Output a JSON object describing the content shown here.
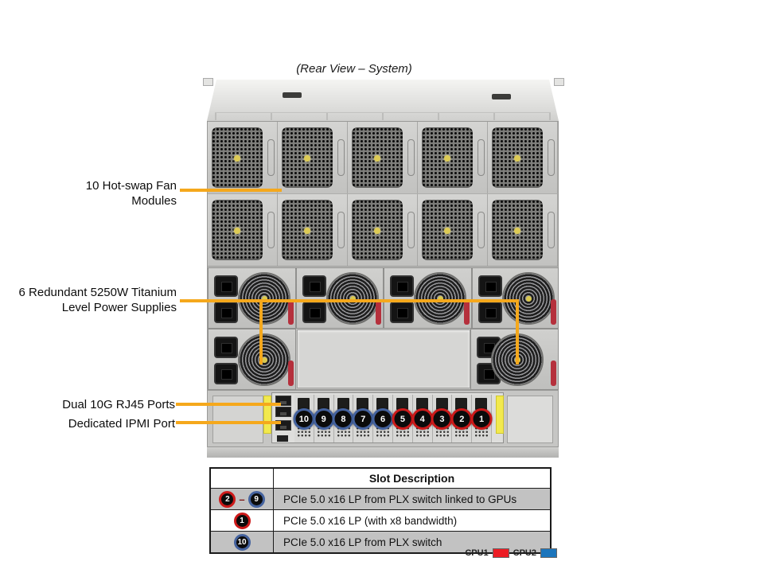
{
  "title": "(Rear View – System)",
  "callouts": {
    "fans": {
      "line1": "10 Hot-swap Fan",
      "line2": "Modules"
    },
    "psu": {
      "line1": "6 Redundant 5250W Titanium",
      "line2": "Level Power Supplies"
    },
    "rj45": {
      "label": "Dual 10G RJ45 Ports"
    },
    "ipmi": {
      "label": "Dedicated IPMI Port"
    }
  },
  "slots": {
    "numbers": [
      "10",
      "9",
      "8",
      "7",
      "6",
      "5",
      "4",
      "3",
      "2",
      "1"
    ],
    "cpu": [
      "cpu2",
      "cpu2",
      "cpu2",
      "cpu2",
      "cpu2",
      "cpu1",
      "cpu1",
      "cpu1",
      "cpu1",
      "cpu1"
    ]
  },
  "slot_table": {
    "header": "Slot Description",
    "rows": [
      {
        "badge_start": "2",
        "badge_start_cpu": "cpu1",
        "dash": "–",
        "badge_end": "9",
        "badge_end_cpu": "cpu2",
        "desc": "PCIe 5.0 x16 LP from PLX switch linked to GPUs"
      },
      {
        "badge": "1",
        "badge_cpu": "cpu1",
        "desc": "PCIe 5.0 x16 LP (with x8 bandwidth)"
      },
      {
        "badge": "10",
        "badge_cpu": "cpu2",
        "desc": "PCIe 5.0 x16 LP from PLX switch"
      }
    ]
  },
  "legend": {
    "items": [
      {
        "label": "CPU1",
        "color": "#ec1c24"
      },
      {
        "label": "CPU2",
        "color": "#1b75bc"
      }
    ]
  },
  "colors": {
    "callout_line": "#f5a81c",
    "cpu1_ring": "#cc1a1a",
    "cpu2_ring": "#44629e",
    "highlight_strip": "#f2e94e"
  }
}
